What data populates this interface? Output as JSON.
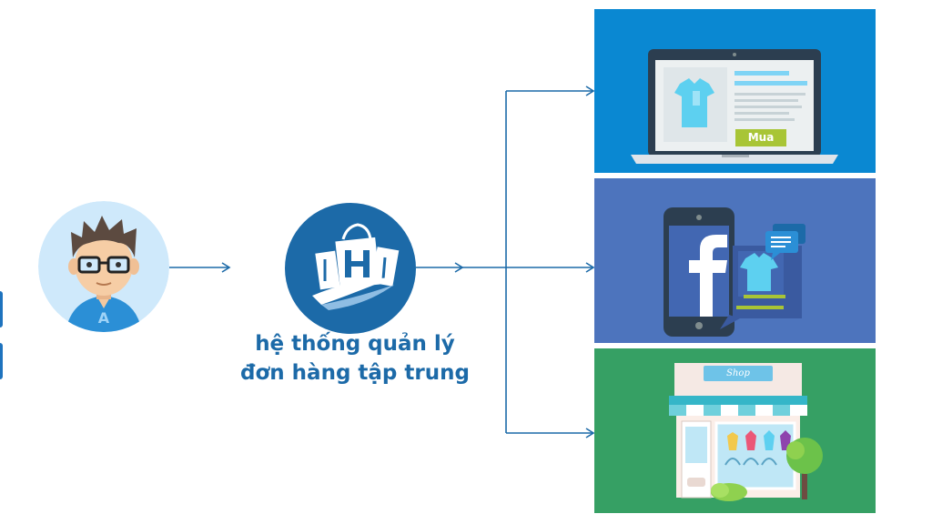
{
  "diagram": {
    "hub_caption_line1": "hệ thống quản lý",
    "hub_caption_line2": "đơn hàng tập trung"
  },
  "channels": {
    "website": {
      "buy_button_label": "Mua"
    },
    "shop": {
      "sign_label": "Shop"
    }
  },
  "colors": {
    "hub": "#1c6aa8",
    "arrow": "#1c6aa8",
    "website_panel": "#0a88d2",
    "facebook_panel": "#4d74bd",
    "shop_panel": "#36a064",
    "buy_button": "#a8c536"
  },
  "icons": {
    "user": "avatar-icon",
    "hub": "shopping-bags-icon",
    "website": "laptop-shirt-icon",
    "facebook": "facebook-phone-icon",
    "shop": "storefront-icon"
  }
}
